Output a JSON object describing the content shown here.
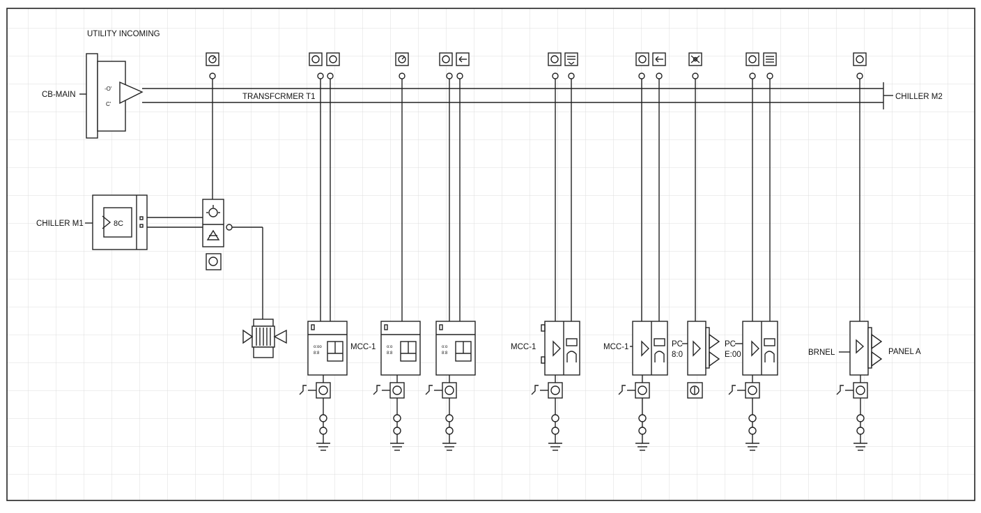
{
  "labels": {
    "utility_incoming": "UTILITY INCOMING",
    "cb_main": "CB-MAIN",
    "transformer": "TRANSFCRMER T1",
    "chiller_m2": "CHILLER M2",
    "chiller_m1": "CHILLER M1",
    "chiller_m1_display": "8C",
    "mcc_1a": "MCC-1",
    "mcc_1b": "MCC-1",
    "mcc_1c": "MCC-1",
    "pc_a_line1": "PC",
    "pc_a_line2": "8:0",
    "pc_b_line1": "PC",
    "pc_b_line2": "E:00",
    "brnel": "BRNEL",
    "panel_a": "PANEL A",
    "cb_main_sym1": "-O'",
    "cb_main_sym2": "C'"
  },
  "colors": {
    "line": "#222222",
    "grid": "#dcdcdc",
    "background": "#ffffff"
  },
  "top_icons": [
    "timer-icon",
    "circle-icon",
    "circle-icon",
    "timer-icon",
    "circle-icon",
    "arrow-left-icon",
    "circle-icon",
    "filter-icon",
    "circle-icon",
    "arrow-left-icon",
    "crossover-icon",
    "circle-icon",
    "menu-icon",
    "circle-icon"
  ],
  "components": [
    "motor-icon",
    "ground-icon",
    "breaker-icon",
    "relay-icon"
  ]
}
